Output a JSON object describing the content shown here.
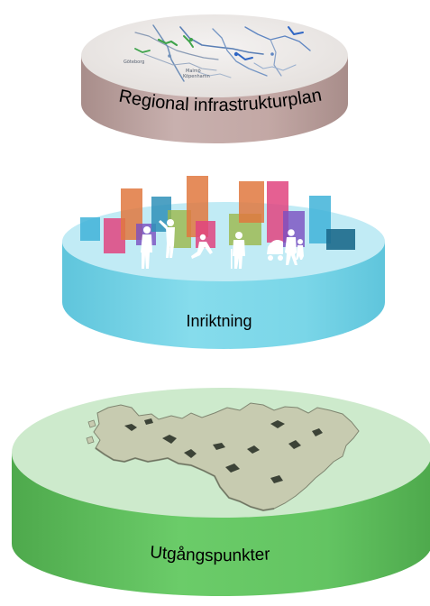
{
  "layers": [
    {
      "label": "Regional infrastrukturplan",
      "map_labels": [
        "Göteborg",
        "Malmö",
        "Köpenhamn"
      ],
      "colors": {
        "top": "#ece8e6",
        "side": "#c4aaa8",
        "side_dark": "#a98f8c"
      }
    },
    {
      "label": "Inriktning",
      "colors": {
        "top": "#bfeaf4",
        "side": "#79d6e8",
        "side_dark": "#5cc3da"
      }
    },
    {
      "label": "Utgångspunkter",
      "colors": {
        "top": "#cde9cd",
        "side": "#63c462",
        "side_dark": "#4aa849"
      }
    }
  ],
  "icons": [
    "road-network-map-icon",
    "people-silhouettes-icon",
    "building-blocks-icon",
    "region-map-icon"
  ]
}
